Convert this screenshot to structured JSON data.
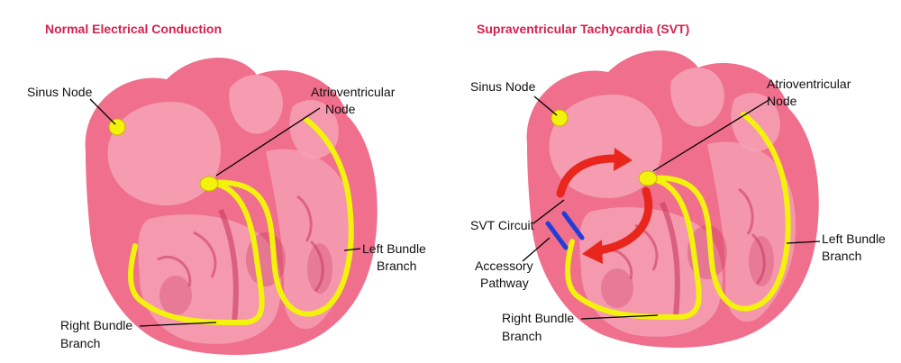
{
  "colors": {
    "title": "#d6204d",
    "heart_outer": "#ef6f8c",
    "heart_inner": "#f5a1b4",
    "heart_dark": "#c9385f",
    "conduction": "#f2f20c",
    "circuit": "#e8261b",
    "accessory": "#1f3fd6"
  },
  "left_panel": {
    "title": "Normal Electrical Conduction",
    "labels": {
      "sinus_node": "Sinus Node",
      "av_node_line1": "Atrioventricular",
      "av_node_line2": "Node",
      "left_bundle_line1": "Left Bundle",
      "left_bundle_line2": "Branch",
      "right_bundle_line1": "Right Bundle",
      "right_bundle_line2": "Branch"
    }
  },
  "right_panel": {
    "title": "Supraventricular Tachycardia (SVT)",
    "labels": {
      "sinus_node": "Sinus Node",
      "av_node_line1": "Atrioventricular",
      "av_node_line2": "Node",
      "svt_circuit": "SVT Circuit",
      "accessory_line1": "Accessory",
      "accessory_line2": "Pathway",
      "left_bundle_line1": "Left Bundle",
      "left_bundle_line2": "Branch",
      "right_bundle_line1": "Right Bundle",
      "right_bundle_line2": "Branch"
    }
  }
}
